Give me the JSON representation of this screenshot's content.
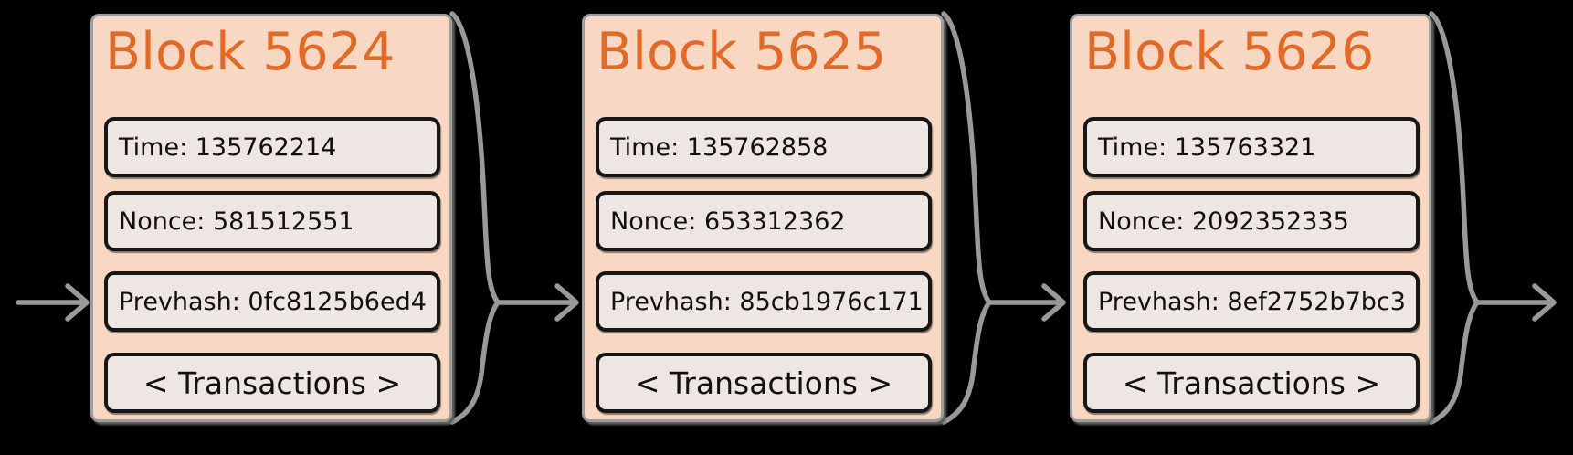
{
  "colors": {
    "background": "#000000",
    "block_fill": "#f8d8c2",
    "block_border": "#9c9c9c",
    "block_shadow": "#5f5f5f",
    "title_color": "#e06a28",
    "field_fill": "#eee6e3",
    "field_border": "#161616",
    "text_color": "#111111",
    "connector": "#999999"
  },
  "blocks": [
    {
      "title": "Block 5624",
      "fields": {
        "time": "Time: 135762214",
        "nonce": "Nonce: 581512551",
        "prevhash": "Prevhash: 0fc8125b6ed4",
        "transactions": "< Transactions >"
      }
    },
    {
      "title": "Block 5625",
      "fields": {
        "time": "Time: 135762858",
        "nonce": "Nonce: 653312362",
        "prevhash": "Prevhash: 85cb1976c171",
        "transactions": "< Transactions >"
      }
    },
    {
      "title": "Block 5626",
      "fields": {
        "time": "Time: 135763321",
        "nonce": "Nonce: 2092352335",
        "prevhash": "Prevhash: 8ef2752b7bc3",
        "transactions": "< Transactions >"
      }
    }
  ]
}
